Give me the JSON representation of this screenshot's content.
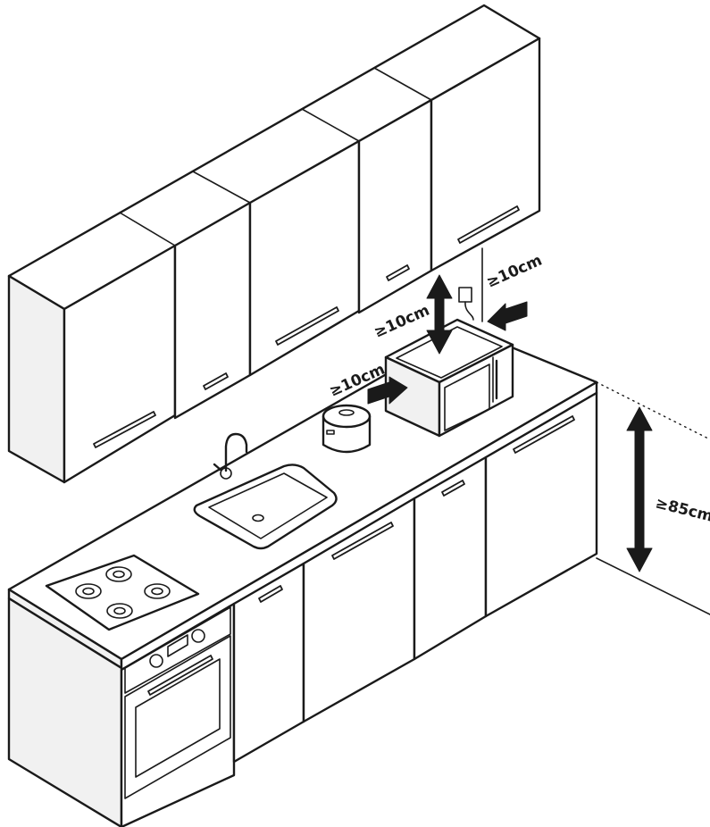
{
  "clearances": {
    "top": "≥10cm",
    "right": "≥10cm",
    "left": "≥10cm",
    "counter_height": "≥85cm"
  }
}
